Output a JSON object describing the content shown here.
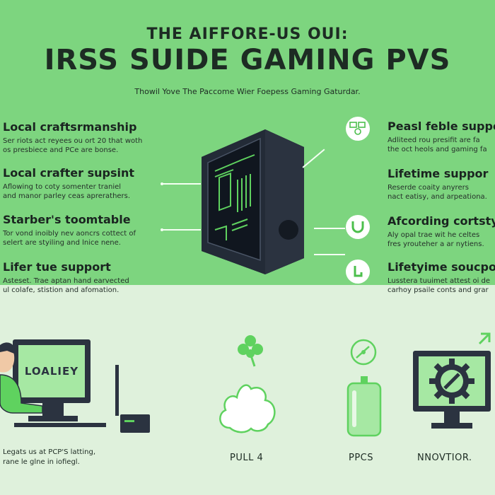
{
  "header": {
    "eyebrow": "THE AIFFORE-US OUI:",
    "title": "IRSS SUIDE GAMING PVS",
    "subtitle": "Thowil Yove The Paccome Wier Foepess Gaming Gaturdar."
  },
  "left_features": [
    {
      "title": "Local craftsrmanship",
      "desc": [
        "Ser riots act reyees ou ort 20 that woth",
        "os presbiece and PCe are bonse."
      ]
    },
    {
      "title": "Local crafter supsint",
      "desc": [
        "Aflowing to coty somenter traniel",
        "and manor parley ceas aprerathers."
      ]
    },
    {
      "title": "Starber's toomtable",
      "desc": [
        "Tor vond inoibly nev aoncrs cottect of",
        "selert are styiling and lnice nene."
      ]
    },
    {
      "title": "Lifer tue support",
      "desc": [
        "Asteset. Trae aptan hand earvected",
        "ul colafe, stistion and afomation."
      ]
    }
  ],
  "right_features": [
    {
      "title": "Peasl feble suppo",
      "desc": [
        "Adliteed rou presifit are fa",
        "the oct heols and gaming fa"
      ],
      "icon": "monitor-setup-icon"
    },
    {
      "title": "Lifetime suppor",
      "desc": [
        "Reserde coaity anyrers",
        "nact eatisy, and arpeationa."
      ],
      "icon": "none"
    },
    {
      "title": "Afcording cortsty",
      "desc": [
        "Aly opal trae wit he celtes",
        "fres yrouteher a ar nytiens."
      ],
      "icon": "magnet-icon"
    },
    {
      "title": "Lifetyime soucpo",
      "desc": [
        "Lusstera tuuimet attest oi de",
        "carhoy psaile conts and grar"
      ],
      "icon": "plug-icon"
    }
  ],
  "bottom": {
    "monitor_screen_text": "LOALIEY",
    "caption_lines": [
      "Legats us at PCP'S latting,",
      "rane le glne in iofiegl."
    ],
    "labels": [
      "PULL 4",
      "PPCS",
      "NNOVTIOR."
    ]
  },
  "colors": {
    "top_bg": "#7dd57f",
    "bottom_bg": "#dff1dc",
    "accent_green": "#5fd25f",
    "dark_navy": "#2b3340",
    "pale_green": "#a6e8a3"
  }
}
